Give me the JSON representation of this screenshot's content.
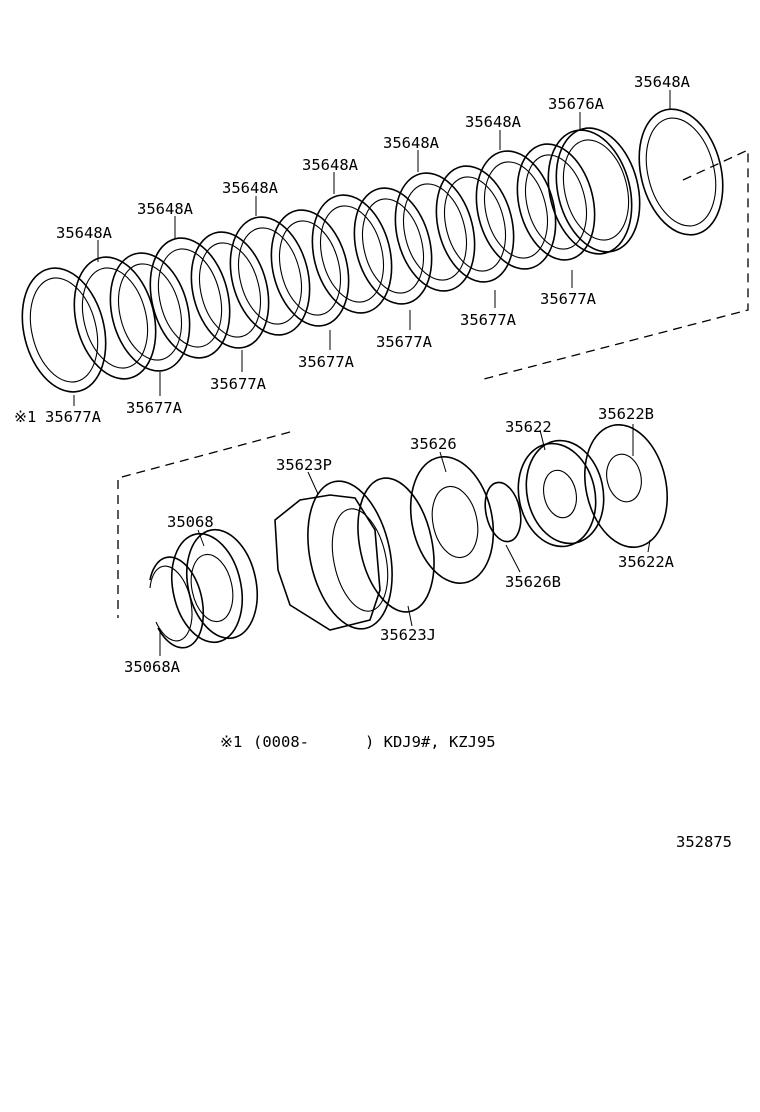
{
  "labels": {
    "p35648A_1": "35648A",
    "p35648A_2": "35648A",
    "p35648A_3": "35648A",
    "p35648A_4": "35648A",
    "p35648A_5": "35648A",
    "p35648A_6": "35648A",
    "p35648A_7": "35648A",
    "p35676A": "35676A",
    "p35677A_1": "35677A",
    "p35677A_2": "35677A",
    "p35677A_3": "35677A",
    "p35677A_4": "35677A",
    "p35677A_5": "35677A",
    "p35677A_6": "35677A",
    "p35677A_7": "35677A",
    "p35623P": "35623P",
    "p35626": "35626",
    "p35622": "35622",
    "p35622B": "35622B",
    "p35068": "35068",
    "p35068A": "35068A",
    "p35626B": "35626B",
    "p35622A": "35622A",
    "p35623J": "35623J"
  },
  "note_mark": "※1",
  "footnote": {
    "mark": "※1",
    "text": "(0008-      ) KDJ9#, KZJ95"
  },
  "figure_number": "352875"
}
